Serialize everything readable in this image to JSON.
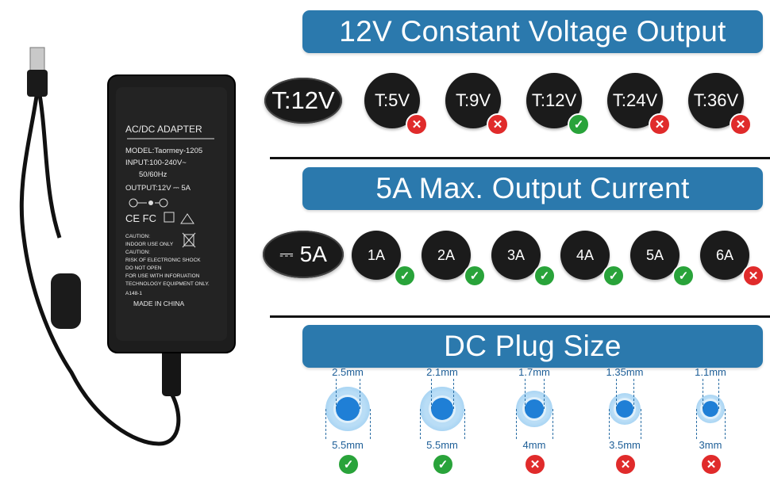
{
  "product": {
    "label_lines": [
      "AC/DC ADAPTER",
      "MODEL:Taormey-1205",
      "INPUT:100-240V~",
      "50/60Hz",
      "OUTPUT:12V ⎓ 5A",
      "CAUTION:",
      "INDOOR USE ONLY",
      "CAUTION:",
      "RISK OF ELECTRONIC SHOCK",
      "DO NOT OPEN",
      "FOR USE WITH INFORUATION",
      "TECHNOLOGY EQUIPMENT ONLY.",
      "A148-1",
      "MADE IN CHINA"
    ],
    "marks": "CE FC"
  },
  "voltage": {
    "title": "12V Constant Voltage Output",
    "rating": "T:12V",
    "options": [
      {
        "label": "T:5V",
        "ok": false
      },
      {
        "label": "T:9V",
        "ok": false
      },
      {
        "label": "T:12V",
        "ok": true
      },
      {
        "label": "T:24V",
        "ok": false
      },
      {
        "label": "T:36V",
        "ok": false
      }
    ]
  },
  "current": {
    "title": "5A Max. Output Current",
    "rating": "5A",
    "options": [
      {
        "label": "1A",
        "ok": true
      },
      {
        "label": "2A",
        "ok": true
      },
      {
        "label": "3A",
        "ok": true
      },
      {
        "label": "4A",
        "ok": true
      },
      {
        "label": "5A",
        "ok": true
      },
      {
        "label": "6A",
        "ok": false
      }
    ]
  },
  "plug": {
    "title": "DC Plug Size",
    "sizes": [
      {
        "inner": "2.5mm",
        "outer": "5.5mm",
        "ok": true
      },
      {
        "inner": "2.1mm",
        "outer": "5.5mm",
        "ok": true
      },
      {
        "inner": "1.7mm",
        "outer": "4mm",
        "ok": false
      },
      {
        "inner": "1.35mm",
        "outer": "3.5mm",
        "ok": false
      },
      {
        "inner": "1.1mm",
        "outer": "3mm",
        "ok": false
      }
    ]
  },
  "colors": {
    "banner": "#2b79ad",
    "ok": "#29a33a",
    "no": "#e02b2b",
    "plug_core": "#1f7fd6"
  },
  "icons": {
    "ok": "check-icon",
    "no": "cross-icon"
  }
}
